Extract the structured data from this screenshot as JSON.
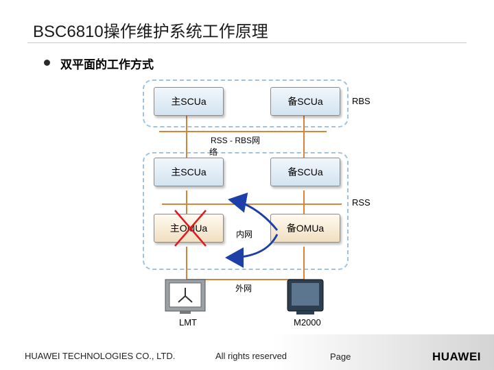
{
  "slide": {
    "title": "BSC6810操作维护系统工作原理",
    "bullet": "双平面的工作方式"
  },
  "diagram": {
    "rbs_label": "RBS",
    "rss_label": "RSS",
    "link_label_line1": "RSS - RBS网",
    "link_label_line2": "络",
    "top_main": "主SCUa",
    "top_backup": "备SCUa",
    "mid_main": "主SCUa",
    "mid_backup": "备SCUa",
    "omu_main": "主OMUa",
    "omu_backup": "备OMUa",
    "internal_net": "内网",
    "external_net": "外网",
    "lmt": "LMT",
    "m2000": "M2000"
  },
  "footer": {
    "company": "HUAWEI TECHNOLOGIES CO., LTD.",
    "rights": "All rights reserved",
    "page": "Page",
    "logo": "HUAWEI"
  },
  "colors": {
    "bus": "#d9823a",
    "arrow": "#1f3fa8",
    "cross": "#e0191e",
    "region_border": "#9fc3dd",
    "logo_red": "#d7000f"
  }
}
